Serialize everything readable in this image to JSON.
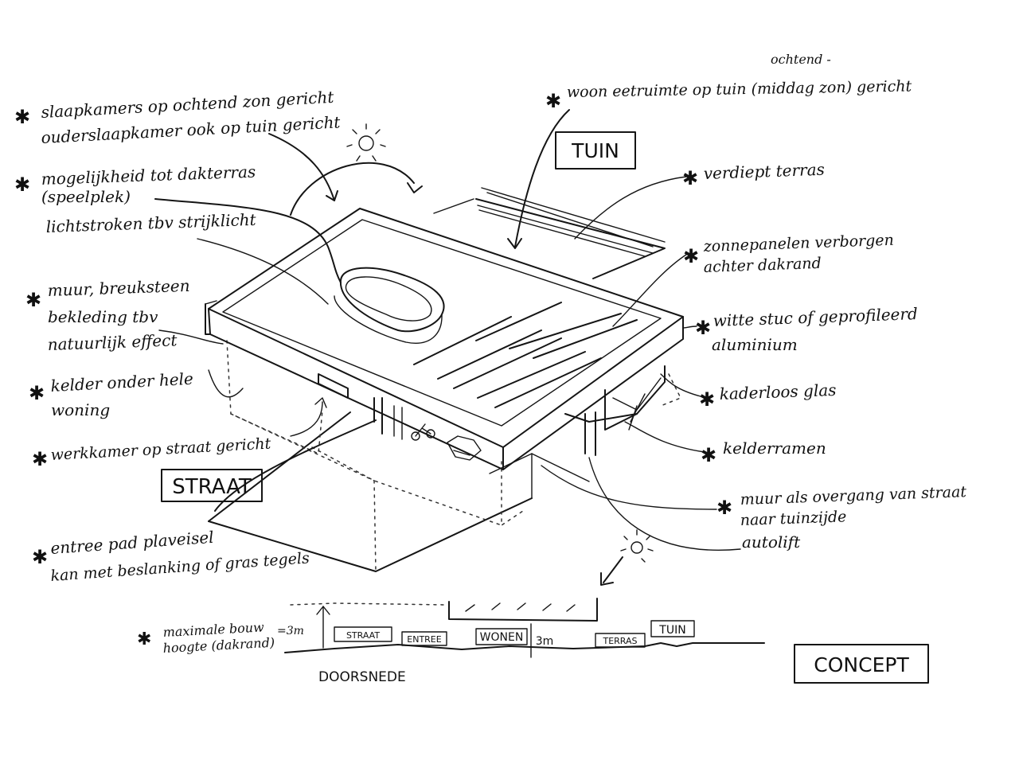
{
  "labels": {
    "tuin": "TUIN",
    "straat": "STRAAT",
    "concept": "CONCEPT",
    "doorsnede": "DOORSNEDE"
  },
  "annotations": {
    "slaapkamers_1": "slaapkamers op ochtend zon gericht",
    "slaapkamers_2": "ouderslaapkamer ook op tuin gericht",
    "dakterras_1": "mogelijkheid tot dakterras",
    "dakterras_2": "(speelplek)",
    "lichtstroken": "lichtstroken tbv strijklicht",
    "muur_1": "muur, breuksteen",
    "muur_2": "bekleding tbv",
    "muur_3": "natuurlijk effect",
    "kelder_1": "kelder onder hele",
    "kelder_2": "woning",
    "werkkamer": "werkkamer op straat gericht",
    "entree_1": "entree pad plaveisel",
    "entree_2": "kan met beslanking of gras tegels",
    "woon_top": "ochtend -",
    "woon": "woon eetruimte op tuin (middag zon) gericht",
    "verdiept": "verdiept terras",
    "zonne_1": "zonnepanelen verborgen",
    "zonne_2": "achter dakrand",
    "witte_1": "witte stuc of geprofileerd",
    "witte_2": "aluminium",
    "kaderloos": "kaderloos glas",
    "kelderramen": "kelderramen",
    "muur_overgang_1": "muur als overgang van straat",
    "muur_overgang_2": "naar tuinzijde",
    "autolift": "autolift",
    "maxbouw_1": "maximale bouw",
    "maxbouw_2": "hoogte (dakrand)",
    "maxbouw_3": "=3m"
  },
  "section": {
    "straat": "STRAAT",
    "entree": "ENTREE",
    "wonen": "WONEN",
    "height": "3m",
    "terras": "TERRAS",
    "tuin": "TUIN"
  },
  "icons": {
    "asterisk": "✱",
    "sun": "sun-icon"
  }
}
